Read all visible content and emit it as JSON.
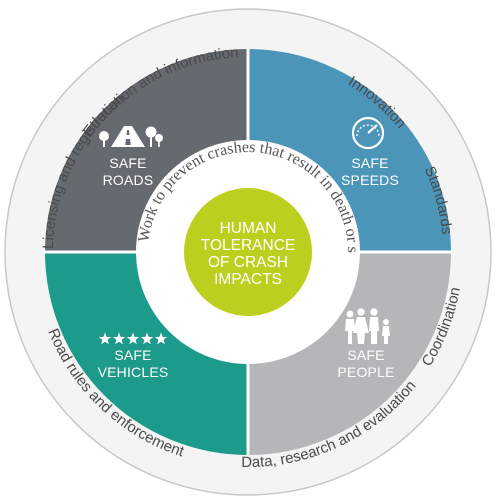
{
  "colors": {
    "outer_ring": "#f4f4f4",
    "outer_ring_edge": "#c8c8c8",
    "roads": "#646a70",
    "speeds": "#4b95b8",
    "vehicles": "#1c9a8a",
    "people": "#b4b6b8",
    "inner_ring": "#ffffff",
    "center": "#bccf1f",
    "icon": "#ffffff"
  },
  "outer_ring": {
    "education": "Education and information",
    "innovation": "Innovation",
    "standards": "Standards",
    "coordination": "Coordination",
    "data": "Data, research and evaluation",
    "road_rules": "Road rules and enforcement",
    "licensing": "Licensing and registration"
  },
  "inner_ring": {
    "text": "Work to prevent crashes that result in death or serious injury"
  },
  "quadrants": {
    "roads": {
      "line1": "SAFE",
      "line2": "ROADS",
      "icon": "road-icon"
    },
    "speeds": {
      "line1": "SAFE",
      "line2": "SPEEDS",
      "icon": "speedometer-icon"
    },
    "vehicles": {
      "line1": "SAFE",
      "line2": "VEHICLES",
      "icon": "five-star-icon"
    },
    "people": {
      "line1": "SAFE",
      "line2": "PEOPLE",
      "icon": "family-icon"
    }
  },
  "center": {
    "line1": "HUMAN",
    "line2": "TOLERANCE",
    "line3": "OF CRASH",
    "line4": "IMPACTS"
  }
}
